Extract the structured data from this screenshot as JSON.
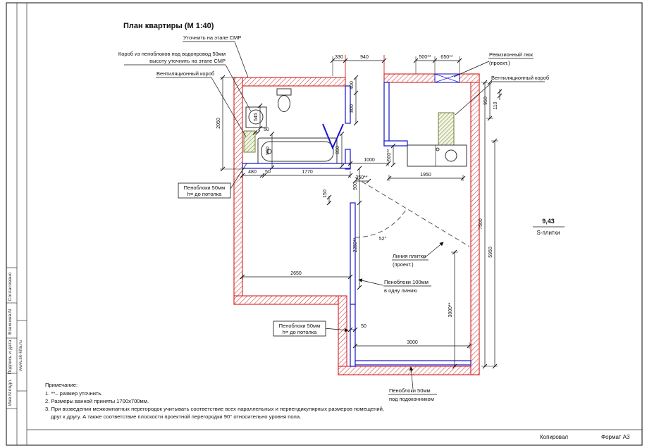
{
  "title": "План квартиры (М 1:40)",
  "stamp": {
    "col1": [
      "Согласовано",
      "Взам.инв.N",
      "Подпись и дата",
      "Инв.N подл."
    ],
    "website": "www.sk-kifa.ru"
  },
  "footer": {
    "left": "Копировал",
    "right": "Формат А3"
  },
  "area_label": {
    "value": "9,43",
    "name": "S-плитки"
  },
  "annotations": {
    "clarify_smr": "Уточнить на этапе СМР",
    "korob_line1": "Короб из пеноблоков под водопровод 50мм",
    "korob_line2": "высоту уточнить на этапе СМР",
    "vent_left": "Вентиляционный короб",
    "revision_line1": "Ревизионный люк",
    "revision_line2": "(проект.)",
    "vent_right": "Вентиляционный короб",
    "foam50_bath_line1": "Пеноблоки 50мм",
    "foam50_bath_line2": "h= до потолка",
    "tile_line1": "Линия плитки",
    "tile_line2": "(проект.)",
    "foam100_line1": "Пеноблоки 100мм",
    "foam100_line2": "в одну линию",
    "foam50_room_line1": "Пеноблоки 50мм",
    "foam50_room_line2": "h= до потолка",
    "foam50_sill_line1": "Пеноблоки 50мм",
    "foam50_sill_line2": "под подоконником"
  },
  "dims": {
    "d330": "330",
    "d940": "940",
    "d500t": "500**",
    "d650": "650**",
    "d400": "400",
    "d800": "800",
    "d2050": "2050",
    "d545": "545",
    "d50a": "50",
    "d900a": "900",
    "d850": "850",
    "d480": "480",
    "d50b": "50",
    "d1770": "1770",
    "d1000": "1000",
    "d500m": "500**",
    "d350": "350**",
    "d1950": "1950",
    "d950": "950",
    "d110": "110",
    "d900b": "900",
    "d150": "150",
    "d2250": "2250**",
    "a52": "52°",
    "d2650": "2650",
    "d7500": "7500",
    "d5950": "5950",
    "d50c": "50",
    "d3000": "3000",
    "d3000s": "3000**"
  },
  "notes": {
    "header": "Примечание:",
    "n1": "1. **– размер уточнить.",
    "n2": "2. Размеры ванной приняты 1700х700мм.",
    "n3": "3. При возведении межкомнатных перегородок учитывать соответствие всех параллельных и перпендикулярных размеров помещений,",
    "n4": "друг к другу. А также соответствие плоскости проектной перегородки 90° относительно уровня пола."
  }
}
